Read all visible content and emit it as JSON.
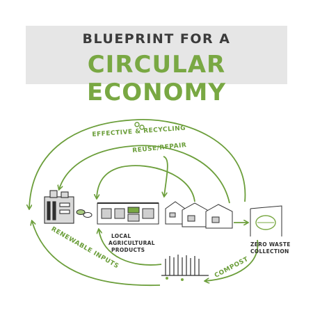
{
  "header": {
    "line1": "BLUEPRINT FOR A",
    "line2": "CIRCULAR ECONOMY"
  },
  "arrows": {
    "recycling": "EFFECTIVE & RECYCLING",
    "reuse": "REUSE/REPAIR",
    "compost": "COMPOST",
    "renewable": "RENEWABLE INPUTS"
  },
  "nodes": {
    "local_ag": [
      "LOCAL",
      "AGRICULTURAL",
      "PRODUCTS"
    ],
    "zero_waste": [
      "ZERO WASTE",
      "COLLECTION"
    ]
  },
  "colors": {
    "green": "#79a843",
    "arrow_green": "#6b9e3a",
    "ink": "#2f2f2f",
    "banner": "#e6e6e6"
  }
}
